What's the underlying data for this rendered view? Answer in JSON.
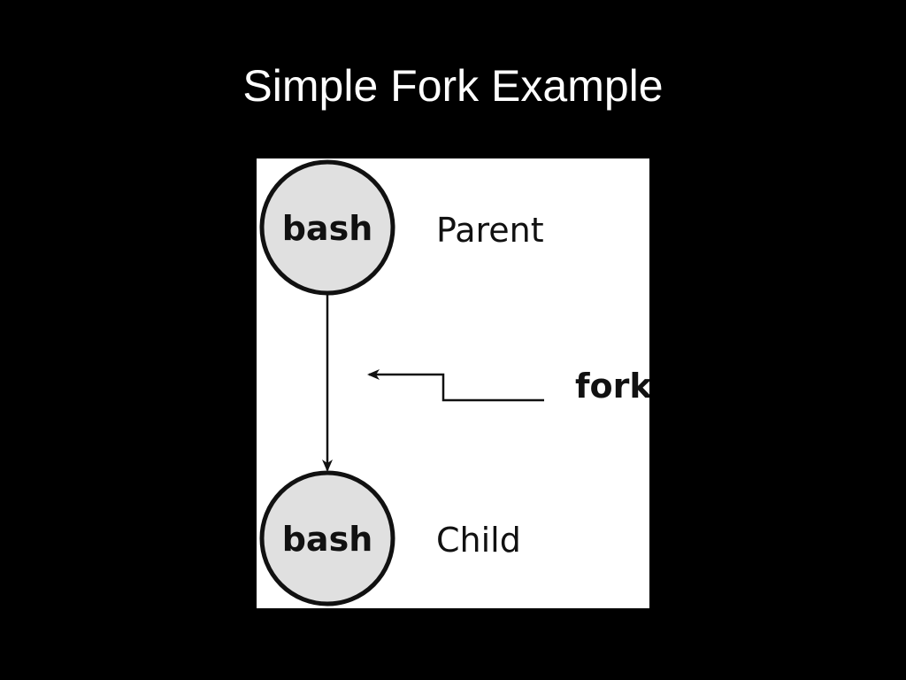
{
  "slide": {
    "title": "Simple Fork Example"
  },
  "diagram": {
    "parent_node": {
      "process": "bash",
      "role": "Parent"
    },
    "child_node": {
      "process": "bash",
      "role": "Child"
    },
    "edge_label": "fork",
    "colors": {
      "background": "#000000",
      "panel": "#ffffff",
      "node_fill": "#e0e0e0",
      "stroke": "#111111",
      "text": "#111111",
      "title_text": "#ffffff"
    }
  }
}
